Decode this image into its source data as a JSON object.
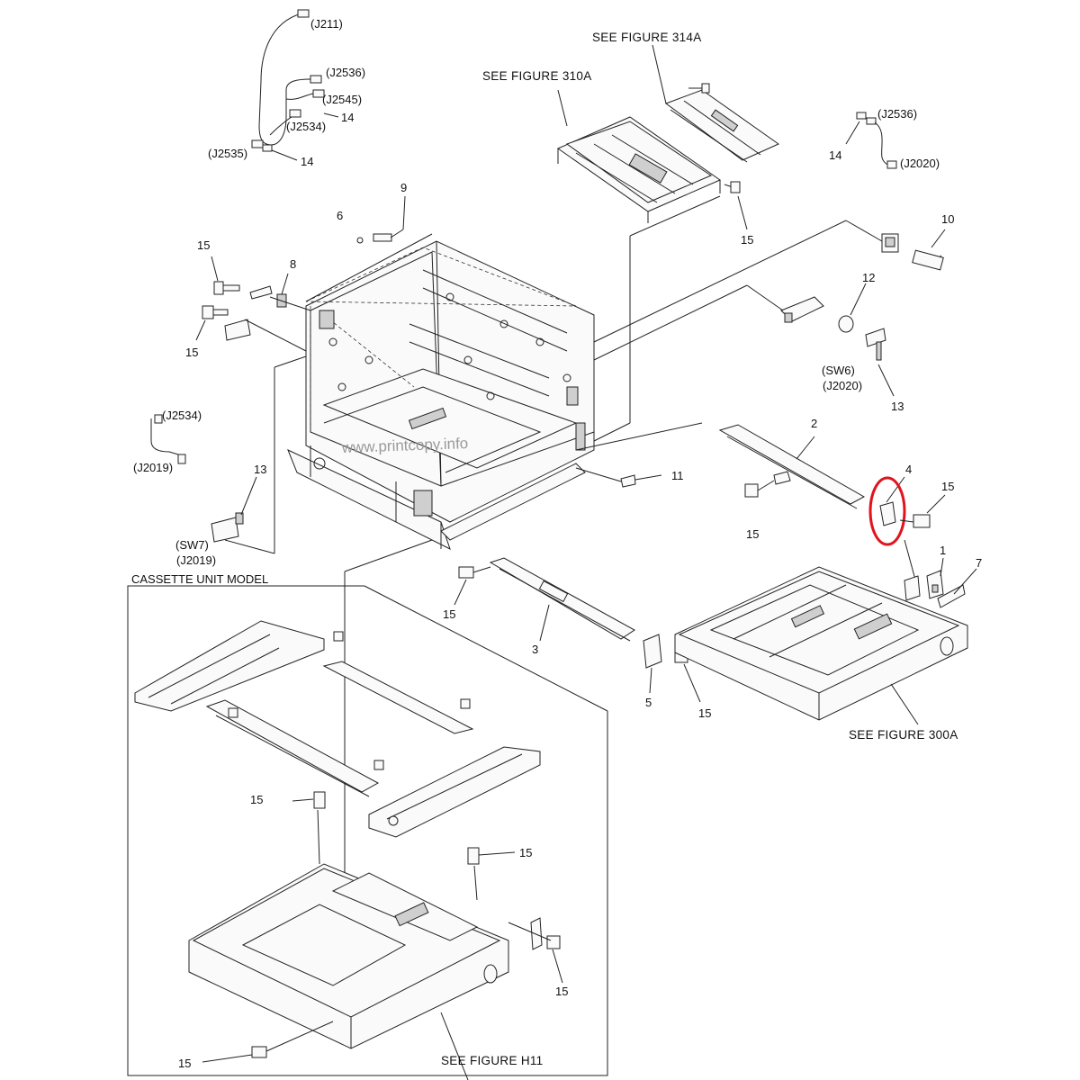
{
  "refs": {
    "fig314a": "SEE FIGURE 314A",
    "fig310a": "SEE FIGURE 310A",
    "fig300a": "SEE FIGURE 300A",
    "figH11": "SEE FIGURE H11",
    "cassette": "CASSETTE UNIT MODEL"
  },
  "connectors": {
    "j211": "(J211)",
    "j2536a": "(J2536)",
    "j2545": "(J2545)",
    "j2534a": "(J2534)",
    "j2535": "(J2535)",
    "j2536b": "(J2536)",
    "j2020a": "(J2020)",
    "sw6": "(SW6)",
    "j2020b": "(J2020)",
    "j2534b": "(J2534)",
    "j2019a": "(J2019)",
    "sw7": "(SW7)",
    "j2019b": "(J2019)"
  },
  "callouts": {
    "n14a": "14",
    "n14b": "14",
    "n14c": "14",
    "n9": "9",
    "n6": "6",
    "n8": "8",
    "n10": "10",
    "n12": "12",
    "n13a": "13",
    "n13b": "13",
    "n15a": "15",
    "n15b": "15",
    "n15c": "15",
    "n15d": "15",
    "n15e": "15",
    "n15f": "15",
    "n15g": "15",
    "n15h": "15",
    "n15i": "15",
    "n15j": "15",
    "n15k": "15",
    "n2": "2",
    "n4": "4",
    "n11": "11",
    "n1": "1",
    "n7": "7",
    "n3": "3",
    "n5": "5"
  },
  "watermark": "www.printcopy.info",
  "highlight": {
    "color": "#e0141e",
    "target_part": "4"
  }
}
